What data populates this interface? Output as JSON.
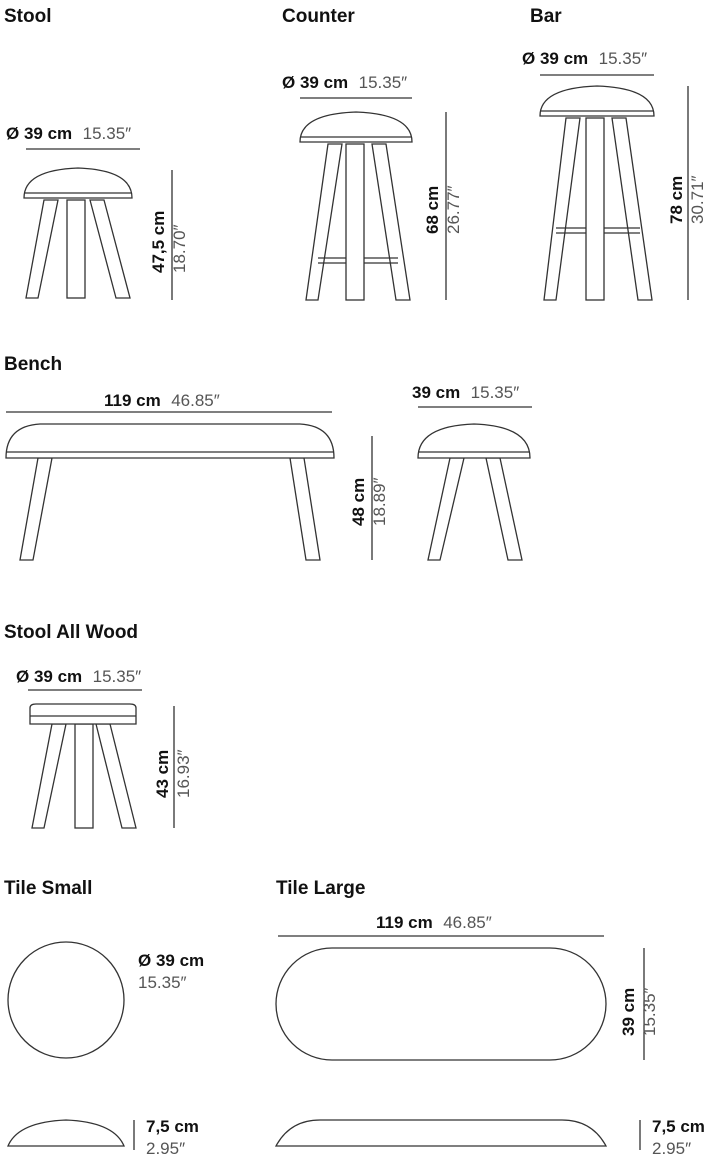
{
  "sections": {
    "stool": {
      "title": "Stool",
      "diameter": {
        "metric": "Ø 39 cm",
        "imperial": "15.35″"
      },
      "height": {
        "metric": "47,5 cm",
        "imperial": "18.70″"
      }
    },
    "counter": {
      "title": "Counter",
      "diameter": {
        "metric": "Ø 39 cm",
        "imperial": "15.35″"
      },
      "height": {
        "metric": "68 cm",
        "imperial": "26.77″"
      }
    },
    "bar": {
      "title": "Bar",
      "diameter": {
        "metric": "Ø 39 cm",
        "imperial": "15.35″"
      },
      "height": {
        "metric": "78 cm",
        "imperial": "30.71″"
      }
    },
    "bench": {
      "title": "Bench",
      "length": {
        "metric": "119 cm",
        "imperial": "46.85″"
      },
      "depth": {
        "metric": "39 cm",
        "imperial": "15.35″"
      },
      "height": {
        "metric": "48 cm",
        "imperial": "18.89″"
      }
    },
    "stool_all_wood": {
      "title": "Stool All Wood",
      "diameter": {
        "metric": "Ø 39 cm",
        "imperial": "15.35″"
      },
      "height": {
        "metric": "43 cm",
        "imperial": "16.93″"
      }
    },
    "tile_small": {
      "title": "Tile Small",
      "diameter": {
        "metric": "Ø 39 cm",
        "imperial": "15.35″"
      },
      "thickness": {
        "metric": "7,5 cm",
        "imperial": "2.95″"
      }
    },
    "tile_large": {
      "title": "Tile Large",
      "length": {
        "metric": "119 cm",
        "imperial": "46.85″"
      },
      "width": {
        "metric": "39 cm",
        "imperial": "15.35″"
      },
      "thickness": {
        "metric": "7,5 cm",
        "imperial": "2.95″"
      }
    }
  }
}
